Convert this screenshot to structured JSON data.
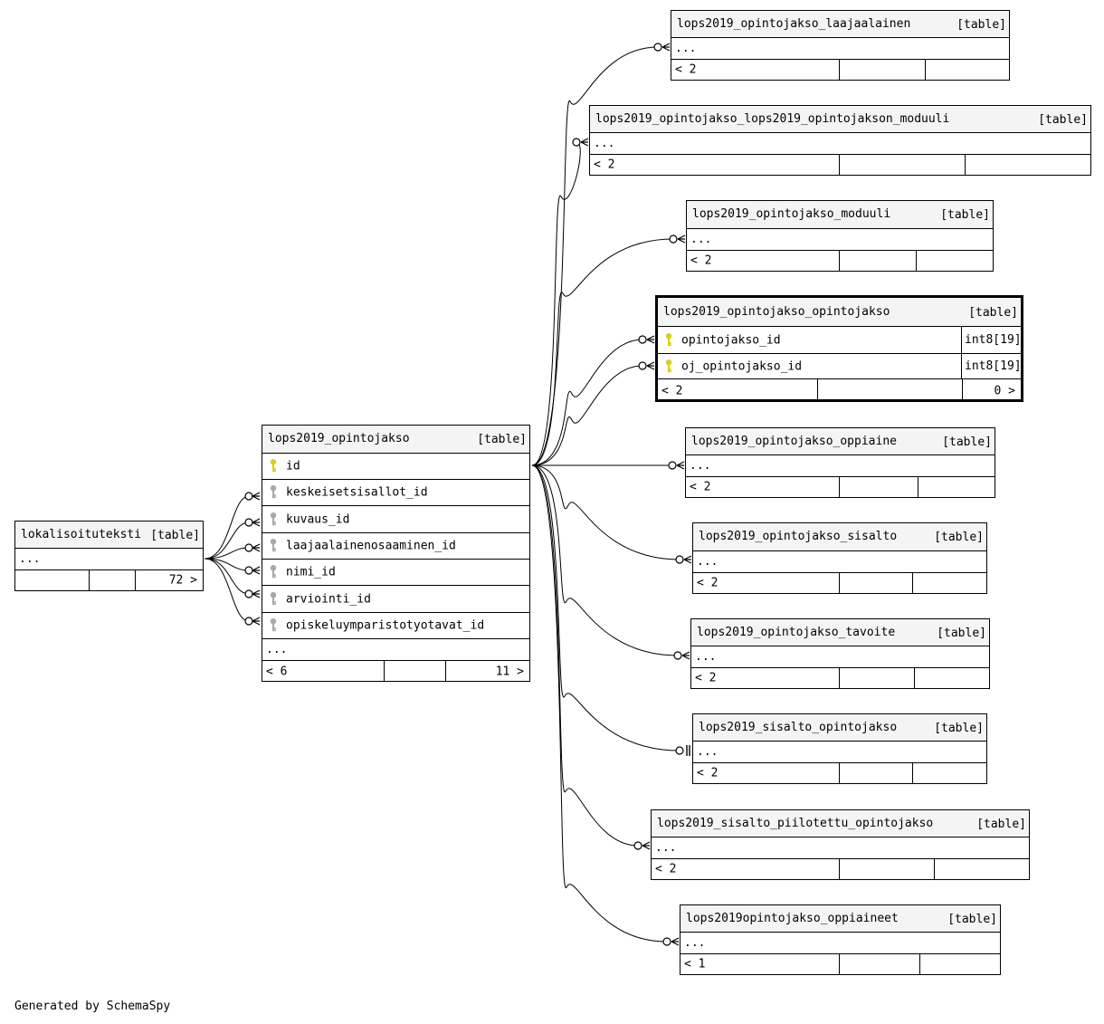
{
  "tables": {
    "lokalisoituteksti": {
      "name": "lokalisoituteksti",
      "type": "[table]",
      "dots": "...",
      "foot_right": "72 >"
    },
    "opintojakso": {
      "name": "lops2019_opintojakso",
      "type": "[table]",
      "columns": [
        {
          "name": "id",
          "key": "primary-key"
        },
        {
          "name": "keskeisetsisallot_id",
          "key": "foreign-key"
        },
        {
          "name": "kuvaus_id",
          "key": "foreign-key"
        },
        {
          "name": "laajaalainenosaaminen_id",
          "key": "foreign-key"
        },
        {
          "name": "nimi_id",
          "key": "foreign-key"
        },
        {
          "name": "arviointi_id",
          "key": "foreign-key"
        },
        {
          "name": "opiskeluymparistotyotavat_id",
          "key": "foreign-key"
        }
      ],
      "dots": "...",
      "foot_left": "< 6",
      "foot_right": "11 >"
    },
    "laajaalainen": {
      "name": "lops2019_opintojakso_laajaalainen",
      "type": "[table]",
      "dots": "...",
      "foot_left": "< 2"
    },
    "lops_moduuli": {
      "name": "lops2019_opintojakso_lops2019_opintojakson_moduuli",
      "type": "[table]",
      "dots": "...",
      "foot_left": "< 2"
    },
    "moduuli": {
      "name": "lops2019_opintojakso_moduuli",
      "type": "[table]",
      "dots": "...",
      "foot_left": "< 2"
    },
    "oj_oj": {
      "name": "lops2019_opintojakso_opintojakso",
      "type": "[table]",
      "columns": [
        {
          "name": "opintojakso_id",
          "type": "int8[19]",
          "key": "primary-key"
        },
        {
          "name": "oj_opintojakso_id",
          "type": "int8[19]",
          "key": "primary-key"
        }
      ],
      "foot_left": "< 2",
      "foot_right": "0 >"
    },
    "oppiaine": {
      "name": "lops2019_opintojakso_oppiaine",
      "type": "[table]",
      "dots": "...",
      "foot_left": "< 2"
    },
    "sisalto": {
      "name": "lops2019_opintojakso_sisalto",
      "type": "[table]",
      "dots": "...",
      "foot_left": "< 2"
    },
    "tavoite": {
      "name": "lops2019_opintojakso_tavoite",
      "type": "[table]",
      "dots": "...",
      "foot_left": "< 2"
    },
    "sisalto_oj": {
      "name": "lops2019_sisalto_opintojakso",
      "type": "[table]",
      "dots": "...",
      "foot_left": "< 2"
    },
    "piilotettu": {
      "name": "lops2019_sisalto_piilotettu_opintojakso",
      "type": "[table]",
      "dots": "...",
      "foot_left": "< 2"
    },
    "oppiaineet": {
      "name": "lops2019opintojakso_oppiaineet",
      "type": "[table]",
      "dots": "...",
      "foot_left": "< 1"
    }
  },
  "colors": {
    "primary_key": "#d7cf1c",
    "foreign_key": "#a8a8a8",
    "focus_border": "#000000"
  },
  "footer": {
    "credit": "Generated by SchemaSpy"
  }
}
